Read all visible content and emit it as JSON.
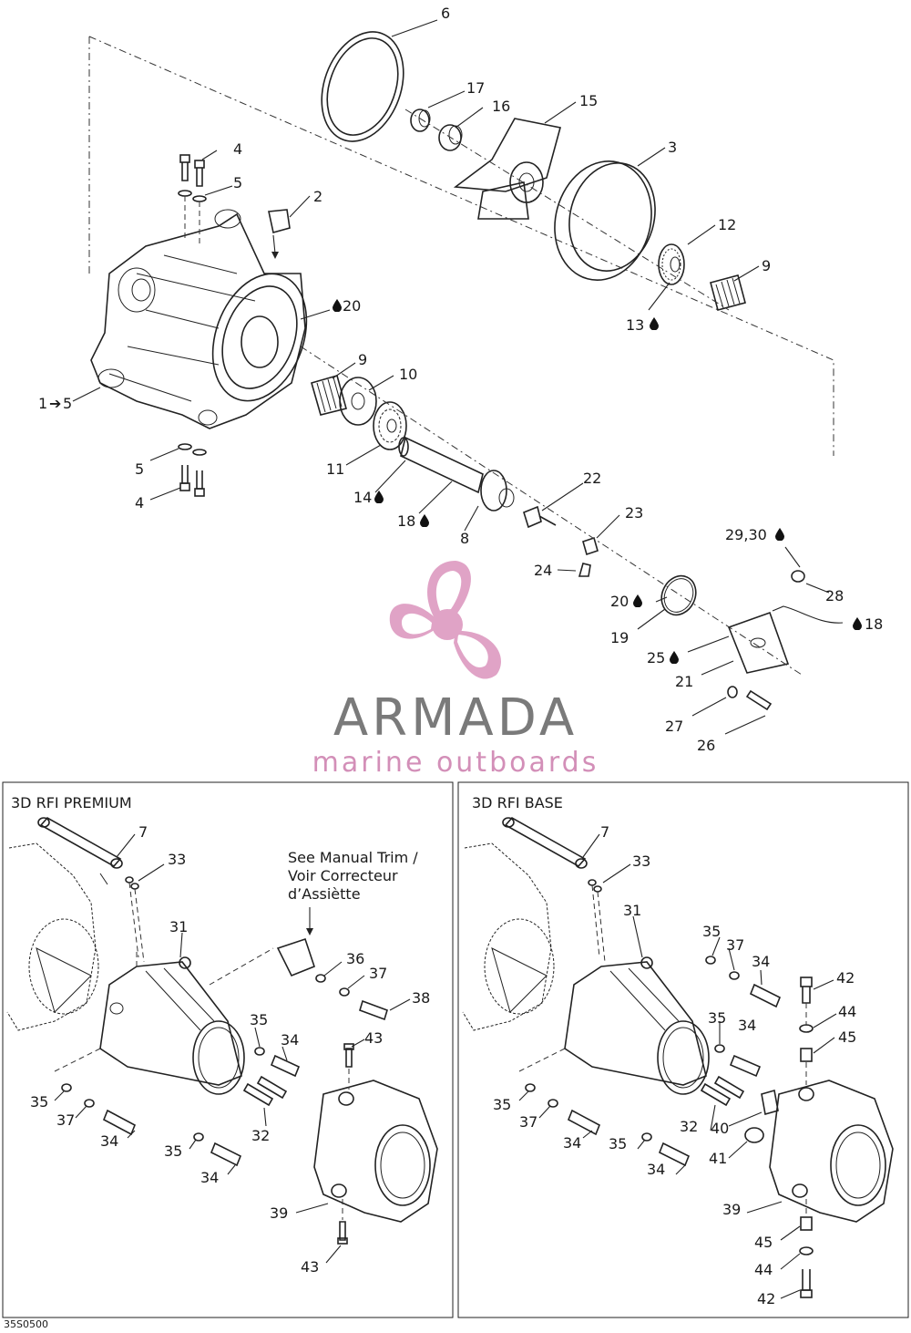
{
  "callouts_top": {
    "c6": "6",
    "c17": "17",
    "c16": "16",
    "c15": "15",
    "c3": "3",
    "c4a": "4",
    "c5a": "5",
    "c2": "2",
    "c12": "12",
    "c9a": "9",
    "c13": "13",
    "c20a": "20",
    "c9b": "9",
    "c10": "10",
    "c1to5": "1",
    "c5b": "5",
    "c11": "11",
    "c4b": "4",
    "c14": "14",
    "c18a": "18",
    "c8": "8",
    "c22": "22",
    "c23": "23",
    "c2930": "29,30",
    "c24": "24",
    "c28": "28",
    "c20b": "20",
    "c18b": "18",
    "c19": "19",
    "c25": "25",
    "c21": "21",
    "c27": "27",
    "c26": "26"
  },
  "brand": {
    "name": "ARMADA",
    "tagline": "marine outboards",
    "colors": {
      "pink": "#e0a3c6",
      "gray": "#7a7a7a"
    }
  },
  "panel_left": {
    "title": "3D RFI PREMIUM",
    "note_line1": "See Manual Trim /",
    "note_line2": "Voir Correcteur",
    "note_line3": "d’Assiètte",
    "c7": "7",
    "c33": "33",
    "c31": "31",
    "c36": "36",
    "c37a": "37",
    "c38": "38",
    "c35a": "35",
    "c34a": "34",
    "c43a": "43",
    "c35b": "35",
    "c37b": "37",
    "c32": "32",
    "c34b": "34",
    "c35c": "35",
    "c34c": "34",
    "c39": "39",
    "c43b": "43"
  },
  "panel_right": {
    "title": "3D RFI BASE",
    "c7": "7",
    "c33": "33",
    "c31": "31",
    "c35a": "35",
    "c37a": "37",
    "c34a": "34",
    "c42a": "42",
    "c44a": "44",
    "c35b": "35",
    "c34b": "34",
    "c45a": "45",
    "c35c": "35",
    "c37b": "37",
    "c32": "32",
    "c40": "40",
    "c34c": "34",
    "c35d": "35",
    "c41": "41",
    "c34d": "34",
    "c39": "39",
    "c45b": "45",
    "c44b": "44",
    "c42b": "42"
  },
  "figure_code": "35S0500",
  "icons": {
    "drop": "oil-drop-icon",
    "arrow": "arrow-right-icon"
  }
}
